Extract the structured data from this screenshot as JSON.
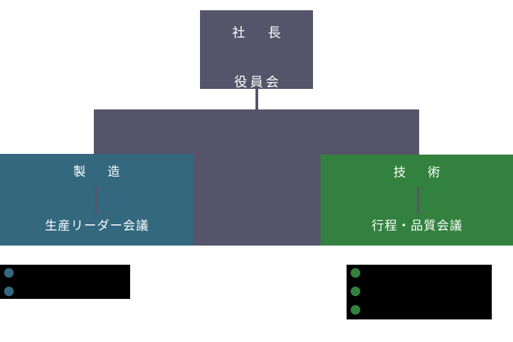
{
  "diagram": {
    "type": "organization-chart",
    "title_visible": false,
    "colors": {
      "executive": "#55546a",
      "manufacturing": "#33687e",
      "engineering": "#33813e",
      "note_panel": "#000000",
      "label_text": "#ffffff",
      "background": "#ffffff"
    },
    "nodes": {
      "executive": {
        "title": "社　長",
        "subtitle": "役員会"
      },
      "middle_bar": {
        "label": ""
      },
      "manufacturing": {
        "title": "製　造",
        "subtitle": "生産リーダー会議"
      },
      "engineering": {
        "title": "技　術",
        "subtitle": "行程・品質会議"
      }
    },
    "notes": {
      "manufacturing_panel": {
        "bullet_color": "#33687e",
        "items": [
          "",
          ""
        ]
      },
      "engineering_panel": {
        "bullet_color": "#33813e",
        "items": [
          "",
          "",
          ""
        ]
      }
    }
  }
}
